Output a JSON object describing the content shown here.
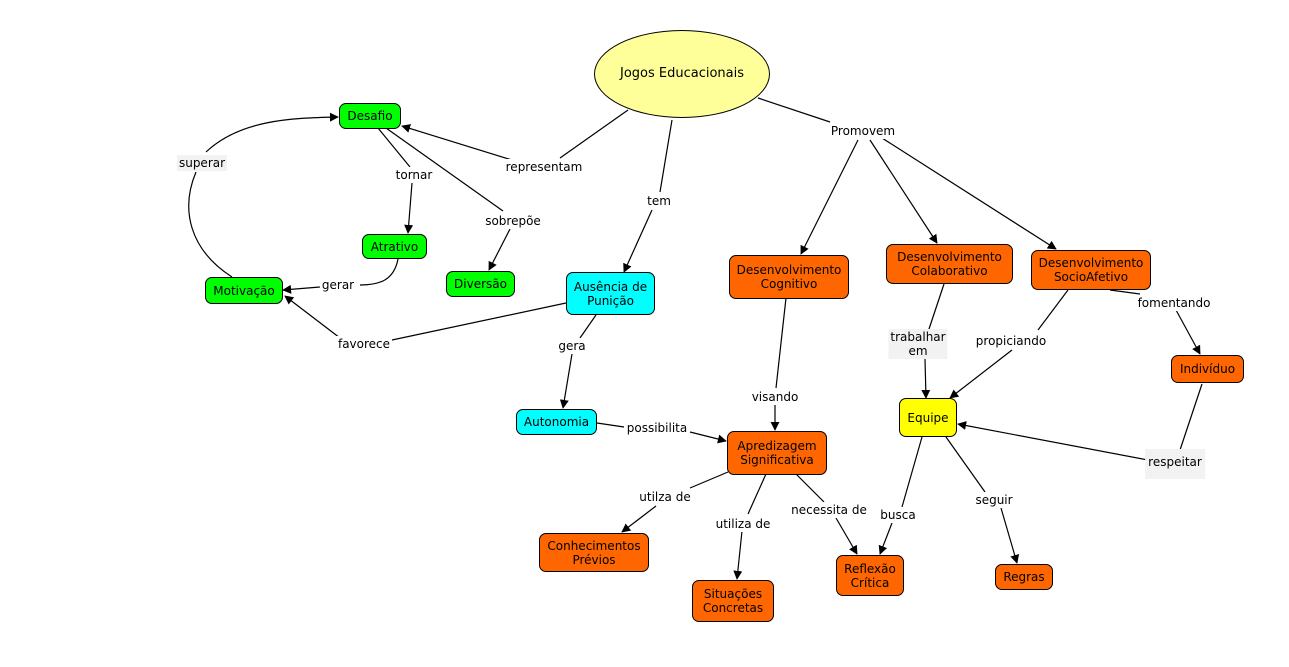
{
  "colors": {
    "root": "#ffff99",
    "green": "#00ff00",
    "cyan": "#00ffff",
    "orange": "#ff6600",
    "yellow": "#ffff00",
    "line": "#000000"
  },
  "concepts": {
    "jogos": "Jogos Educacionais",
    "desafio": "Desafio",
    "atrativo": "Atrativo",
    "diversao": "Diversão",
    "motivacao": "Motivação",
    "ausencia": "Ausência de\nPunição",
    "autonomia": "Autonomia",
    "dev_cognitivo": "Desenvolvimento\nCognitivo",
    "dev_colaborativo": "Desenvolvimento\nColaborativo",
    "dev_socio": "Desenvolvimento\nSocioAfetivo",
    "individuo": "Indivíduo",
    "equipe": "Equipe",
    "aprendizagem": "Apredizagem\nSignificativa",
    "conhecimentos": "Conhecimentos\nPrévios",
    "situacoes": "Situações\nConcretas",
    "reflexao": "Reflexão\nCrítica",
    "regras": "Regras"
  },
  "links": {
    "representam": "representam",
    "tem": "tem",
    "promovem": "Promovem",
    "superar": "superar",
    "tornar": "tornar",
    "sobrepoe": "sobrepõe",
    "gerar": "gerar",
    "favorece": "favorece",
    "gera": "gera",
    "possibilita": "possibilita",
    "visando": "visando",
    "trabalhar_em": "trabalhar\nem",
    "propiciando": "propiciando",
    "fomentando": "fomentando",
    "respeitar": "respeitar",
    "utilza_de": "utilza de",
    "utiliza_de": "utiliza de",
    "necessita_de": "necessita de",
    "busca": "busca",
    "seguir": "seguir"
  }
}
